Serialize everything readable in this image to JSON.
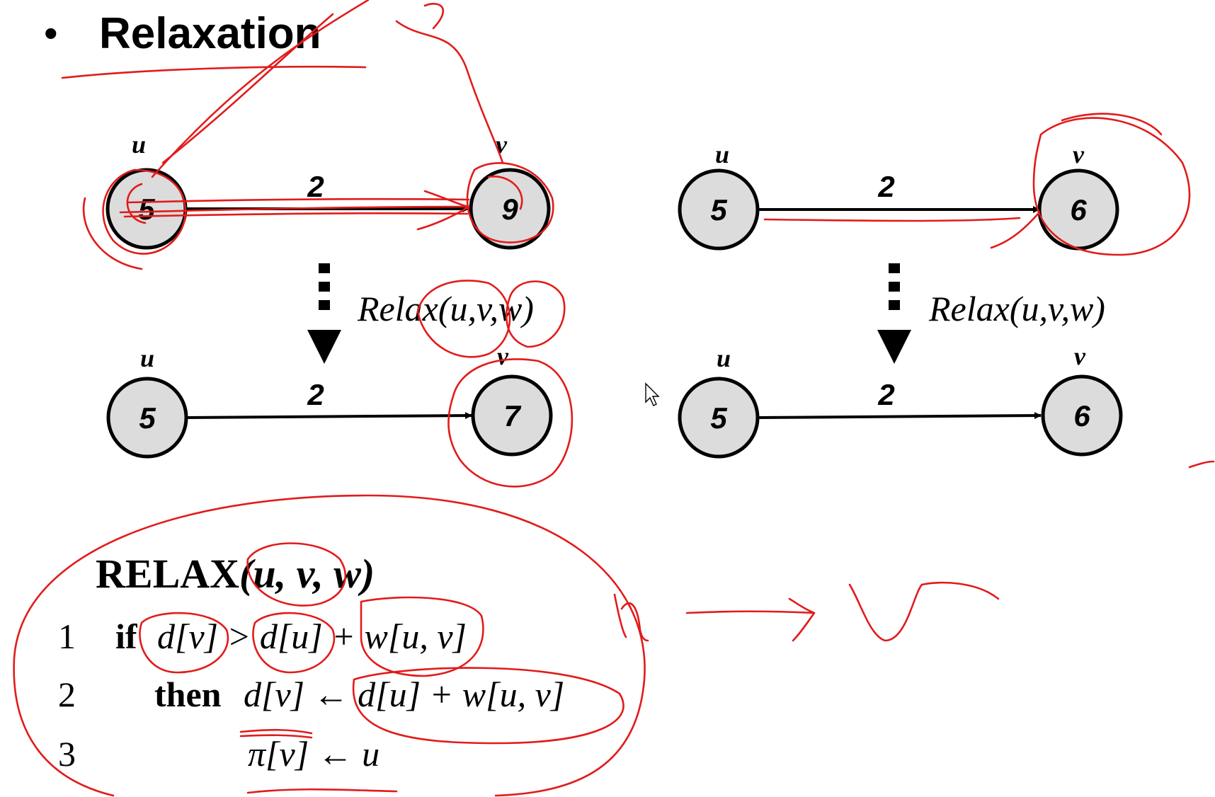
{
  "title": "Relaxation",
  "bullet": "•",
  "diagrams": [
    {
      "before": {
        "u_name": "u",
        "v_name": "v",
        "u_value": "5",
        "v_value": "9",
        "weight": "2"
      },
      "after": {
        "u_name": "u",
        "v_name": "v",
        "u_value": "5",
        "v_value": "7",
        "weight": "2"
      },
      "operation": "Relax(u,v,w)"
    },
    {
      "before": {
        "u_name": "u",
        "v_name": "v",
        "u_value": "5",
        "v_value": "6",
        "weight": "2"
      },
      "after": {
        "u_name": "u",
        "v_name": "v",
        "u_value": "5",
        "v_value": "6",
        "weight": "2"
      },
      "operation": "Relax(u,v,w)"
    }
  ],
  "procedure": {
    "name": "RELAX",
    "params": "(u, v, w)",
    "lines": [
      {
        "num": "1",
        "keyword": "if",
        "code": "d[v] > d[u] + w[u, v]"
      },
      {
        "num": "2",
        "keyword": "then",
        "code": "d[v] ← d[u] + w[u, v]"
      },
      {
        "num": "3",
        "keyword": "",
        "code": "π[v] ← u"
      }
    ]
  },
  "annotation_color": "#e21b1b",
  "node_fill_color": "#dcdcdc"
}
